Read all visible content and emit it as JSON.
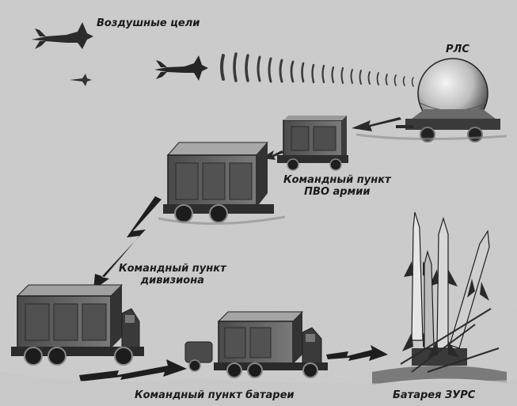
{
  "labels": {
    "air_targets": "Воздушные цели",
    "radar": "РЛС",
    "army_cp": [
      "Командный пункт",
      "ПВО армии"
    ],
    "division_cp": [
      "Командный пункт",
      "дивизиона"
    ],
    "battery_cp": "Командный пункт батареи",
    "missile_battery": "Батарея ЗУРС"
  },
  "colors": {
    "background": "#d4d4d4",
    "ink": "#1a1a1a",
    "vehicle_body": "#5a5a5a",
    "vehicle_dark": "#2a2a2a"
  }
}
